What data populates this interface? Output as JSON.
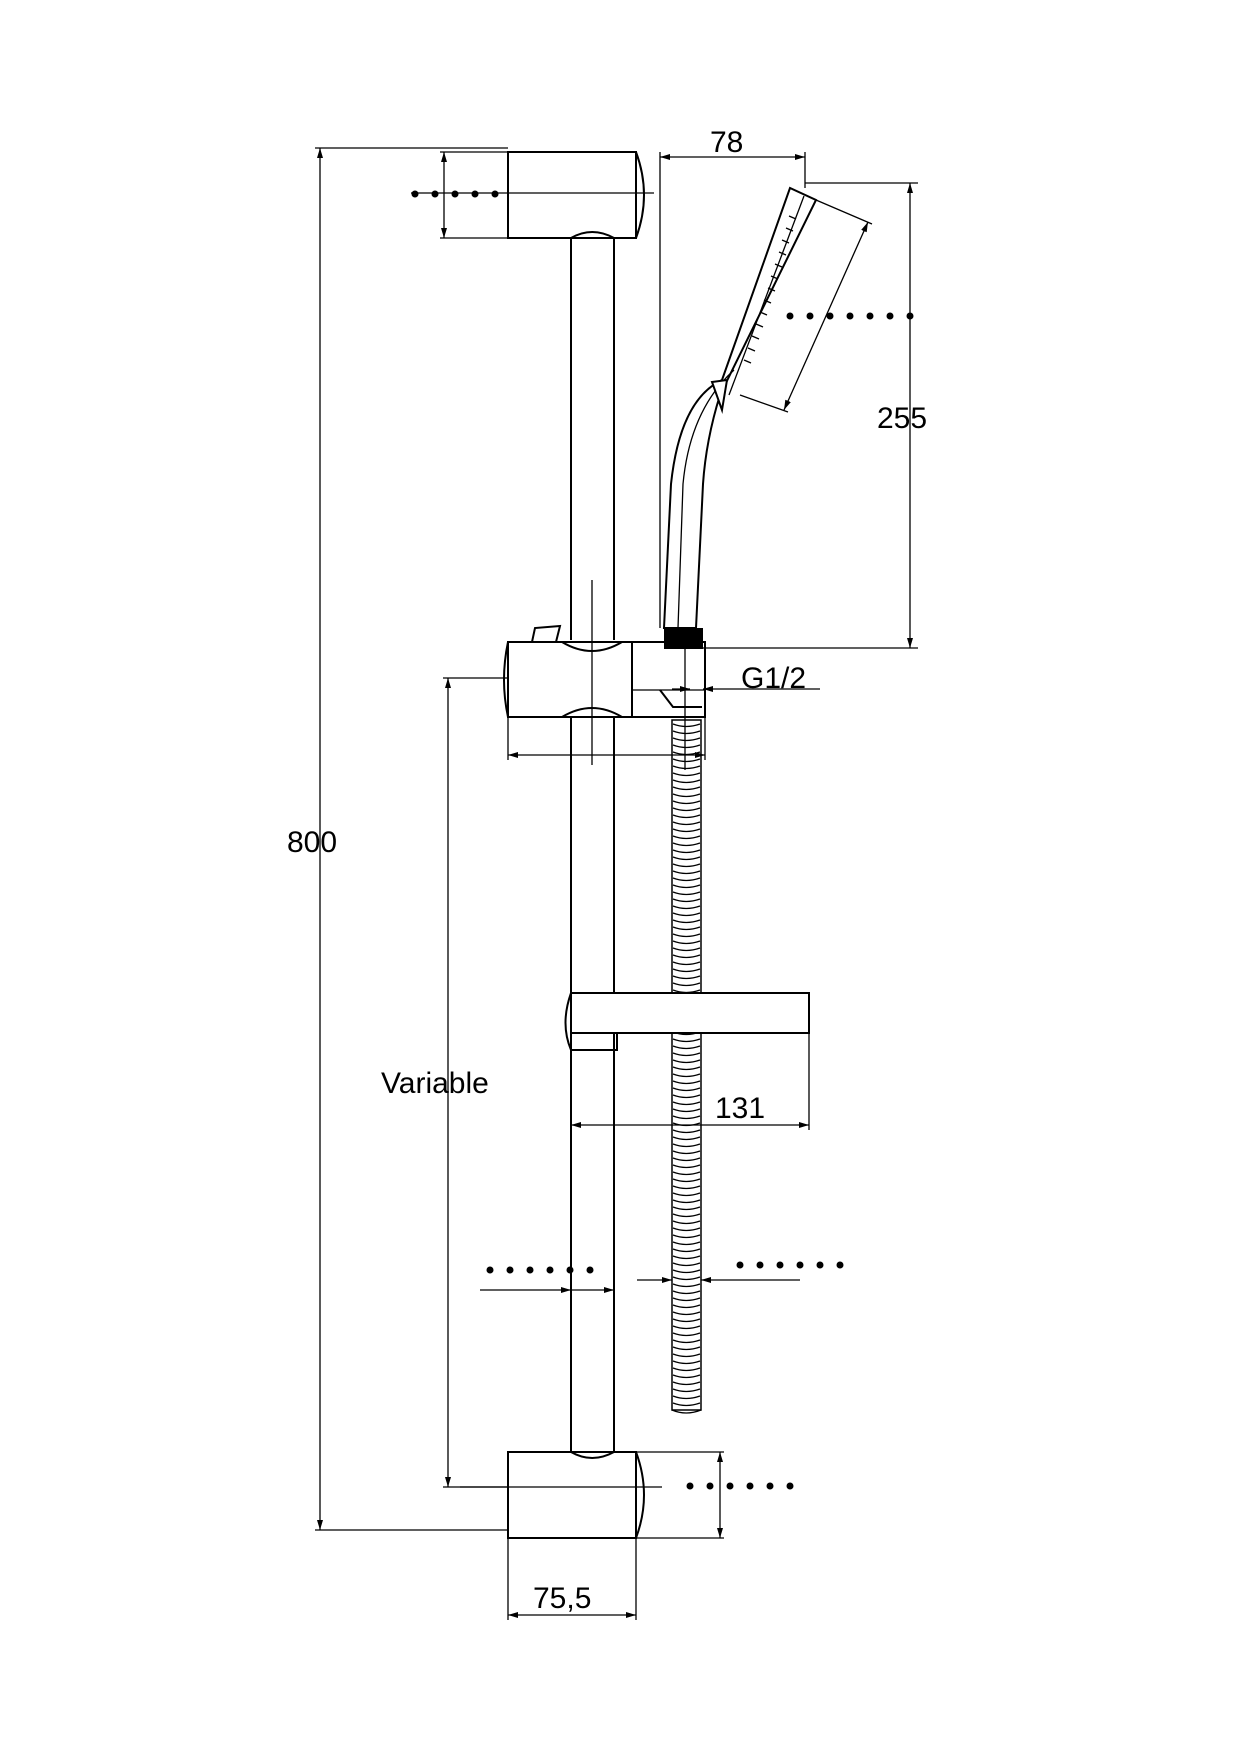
{
  "dimensions": {
    "total_height": "800",
    "handshower_width": "78",
    "handshower_length": "255",
    "connection_thread": "G1/2",
    "slider_travel": "Variable",
    "soap_dish_depth": "131",
    "bracket_projection": "75,5"
  }
}
